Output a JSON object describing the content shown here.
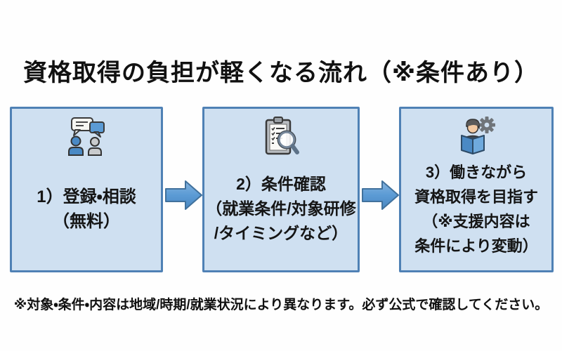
{
  "title": "資格取得の負担が軽くなる流れ（※条件あり）",
  "boxes": [
    {
      "icon": "chat-consultation-icon",
      "text": "1）登録・相談\n（無料）"
    },
    {
      "icon": "clipboard-check-icon",
      "text": "2）条件確認\n（就業条件/対象研修\n/タイミングなど）"
    },
    {
      "icon": "study-gear-icon",
      "text": "3）働きながら\n資格取得を目指す\n（※支援内容は\n条件により変動）"
    }
  ],
  "arrows": [
    {
      "icon": "right-arrow-icon"
    },
    {
      "icon": "right-arrow-icon"
    }
  ],
  "footnote": "※対象・条件・内容は地域/時期/就業状況により異なります。必ず公式で確認してください。",
  "colors": {
    "box_fill": "#cfe0f1",
    "box_border": "#4f81b5",
    "arrow_fill": "#5b9bd5",
    "arrow_border": "#41719c",
    "text": "#111111",
    "background": "#fefefe"
  }
}
